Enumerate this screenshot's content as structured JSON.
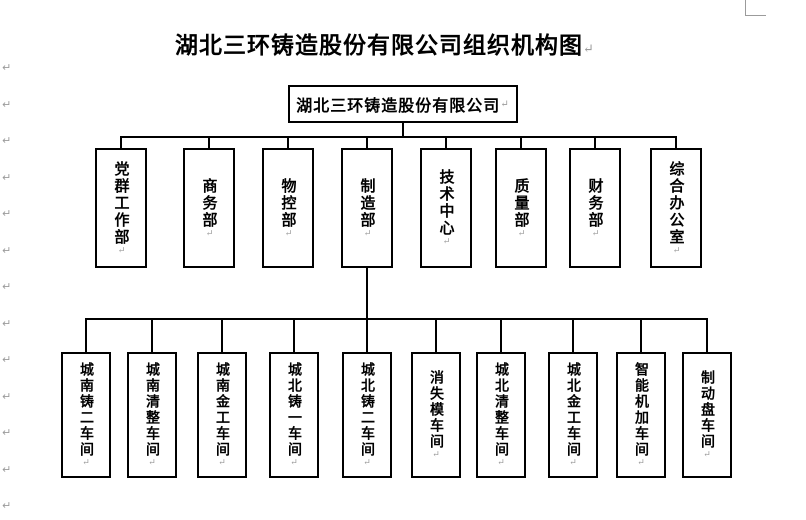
{
  "page": {
    "title": "湖北三环铸造股份有限公司组织机构图",
    "paragraph_mark": "↵",
    "colors": {
      "line": "#000000",
      "box_border": "#000000",
      "paragraph_mark": "#9b9b9b",
      "background": "#ffffff"
    }
  },
  "org_chart": {
    "root": "湖北三环铸造股份有限公司",
    "departments": [
      "党群工作部",
      "商务部",
      "物控部",
      "制造部",
      "技术中心",
      "质量部",
      "财务部",
      "综合办公室"
    ],
    "workshops": [
      "城南铸二车间",
      "城南清整车间",
      "城南金工车间",
      "城北铸一车间",
      "城北铸二车间",
      "消失模车间",
      "城北清整车间",
      "城北金工车间",
      "智能机加车间",
      "制动盘车间"
    ]
  }
}
